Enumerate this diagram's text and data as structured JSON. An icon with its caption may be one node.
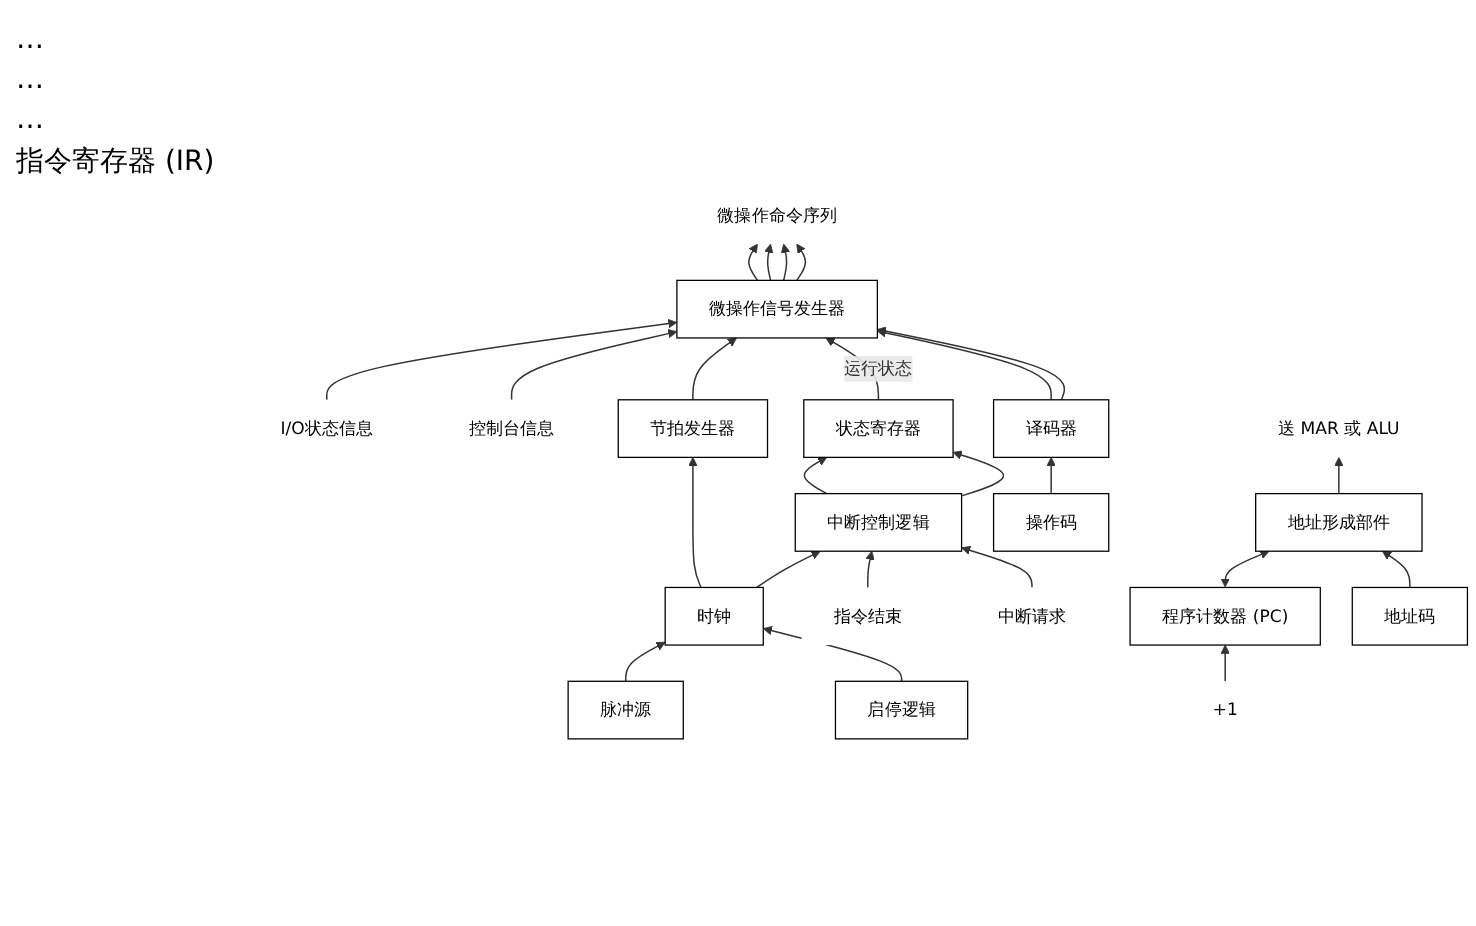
{
  "diagram": {
    "nodes": [
      {
        "text": [
          "微操作信号发生器"
        ]
      },
      {
        "text": [
          "程序计数器 (PC)"
        ]
      },
      {
        "text": [
          "状态寄存器"
        ]
      },
      {
        "text": [
          "节拍发生器"
        ]
      },
      {
        "text": [
          "译码器"
        ]
      },
      {
        "text": [
          "地址形成部件"
        ]
      },
      {
        "text": [
          "中断控制逻辑"
        ]
      },
      {
        "text": [
          "时钟"
        ]
      },
      {
        "text": [
          "操作码"
        ]
      },
      {
        "text": [
          "地址码"
        ]
      },
      {
        "text": [
          "启停逻辑"
        ]
      },
      {
        "text": [
          "脉冲源"
        ]
      },
      {
        "text": [
          "I/O状态信息"
        ]
      },
      {
        "text": [
          "控制台信息"
        ]
      },
      {
        "text": [
          "+1"
        ]
      },
      {
        "text": [
          "指令结束"
        ]
      },
      {
        "text": [
          "中断请求"
        ]
      },
      {
        "text": [
          "送 MAR 或 ALU"
        ]
      },
      {
        "text": [
          "微操作命令序列"
        ]
      }
    ],
    "edges": [
      {
        "from": 12,
        "to": 0,
        "arrow": "to"
      },
      {
        "from": 13,
        "to": 0,
        "arrow": "to"
      },
      {
        "from": 2,
        "to": 0,
        "arrow": "to",
        "label": "运行状态"
      },
      {
        "from": 3,
        "to": 0,
        "arrow": "to"
      },
      {
        "from": 4,
        "to": 0,
        "arrow": "to"
      },
      {
        "from": 4,
        "to": 0,
        "arrow": "to"
      },
      {
        "from": 0,
        "to": 18,
        "arrow": "to"
      },
      {
        "from": 0,
        "to": 18,
        "arrow": "to"
      },
      {
        "from": 0,
        "to": 18,
        "arrow": "to"
      },
      {
        "from": 0,
        "to": 18,
        "arrow": "to"
      },
      {
        "from": 14,
        "to": 1,
        "arrow": "to"
      },
      {
        "from": 1,
        "to": 5,
        "arrow": "both"
      },
      {
        "from": 5,
        "to": 17,
        "arrow": "to"
      },
      {
        "from": 6,
        "to": 2,
        "arrow": "to"
      },
      {
        "from": 6,
        "to": 2,
        "arrow": "to"
      },
      {
        "from": 7,
        "to": 6,
        "arrow": "to"
      },
      {
        "from": 7,
        "to": 3,
        "arrow": "to"
      },
      {
        "from": 8,
        "to": 4,
        "arrow": "to"
      },
      {
        "from": 9,
        "to": 5,
        "arrow": "to"
      },
      {
        "from": 10,
        "to": 7,
        "arrow": "to"
      },
      {
        "from": 11,
        "to": 7,
        "arrow": "to"
      },
      {
        "from": 15,
        "to": 6,
        "arrow": "to"
      },
      {
        "from": 16,
        "to": 6,
        "arrow": "to"
      }
    ],
    "labels": [
      "…",
      "…",
      "…",
      "指令寄存器 (IR)"
    ]
  }
}
